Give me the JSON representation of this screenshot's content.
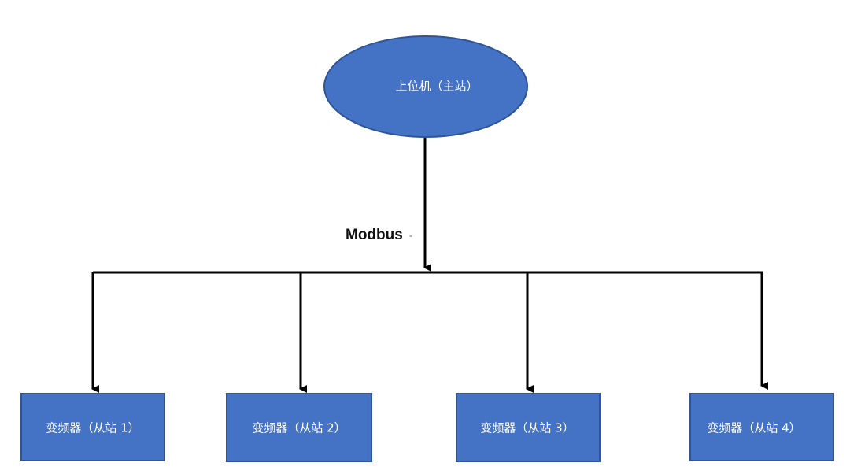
{
  "colors": {
    "node_fill": "#4472c4",
    "node_stroke": "#2f5597",
    "line": "#000000",
    "text": "#ffffff"
  },
  "master": {
    "label": "上位机（主站）"
  },
  "bus": {
    "label": "Modbus",
    "mark": "-"
  },
  "slaves": [
    {
      "label": "变频器（从站 1）"
    },
    {
      "label": "变频器（从站 2）"
    },
    {
      "label": "变频器（从站 3）"
    },
    {
      "label": "变频器（从站 4）"
    }
  ]
}
